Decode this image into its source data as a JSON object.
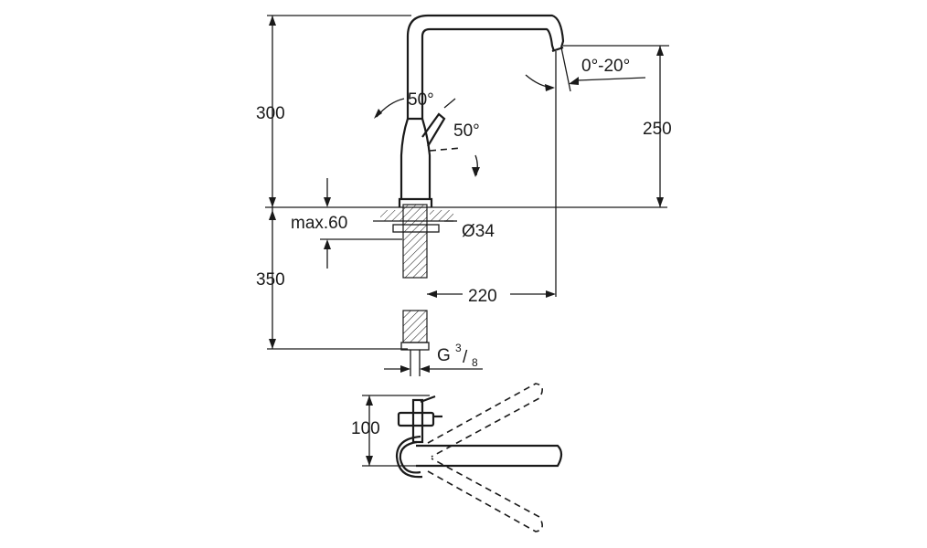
{
  "labels": {
    "height_total": "300",
    "height_spout": "250",
    "lever_angle_1": "50°",
    "lever_angle_2": "50°",
    "spout_tilt": "0°-20°",
    "deck_thickness": "max.60",
    "hole_diameter": "Ø34",
    "hose_length": "350",
    "spout_reach": "220",
    "connection_thread_base": "G",
    "connection_thread_numerator": "3",
    "connection_thread_slash": "/",
    "connection_thread_denominator": "8",
    "plan_depth": "100"
  }
}
